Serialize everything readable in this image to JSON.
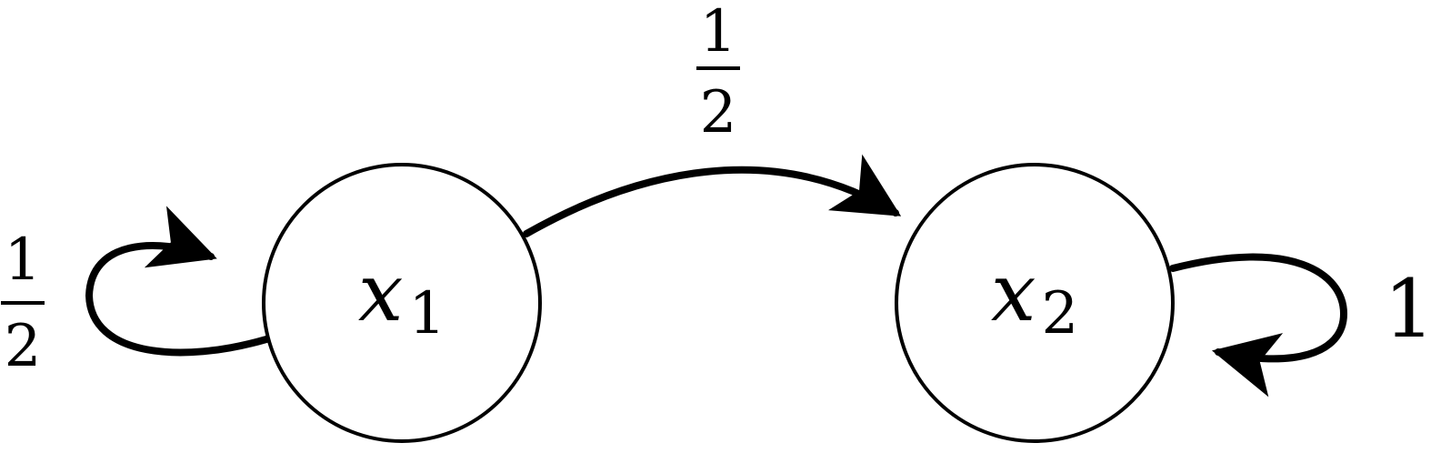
{
  "nodes": [
    {
      "id": "x1",
      "label_var": "x",
      "label_sub": "1"
    },
    {
      "id": "x2",
      "label_var": "x",
      "label_sub": "2"
    }
  ],
  "edges": [
    {
      "from": "x1",
      "to": "x1",
      "label": {
        "numerator": "1",
        "denominator": "2"
      }
    },
    {
      "from": "x1",
      "to": "x2",
      "label": {
        "numerator": "1",
        "denominator": "2"
      }
    },
    {
      "from": "x2",
      "to": "x2",
      "label": {
        "value": "1"
      }
    }
  ],
  "colors": {
    "stroke": "#000000",
    "background": "#ffffff"
  }
}
